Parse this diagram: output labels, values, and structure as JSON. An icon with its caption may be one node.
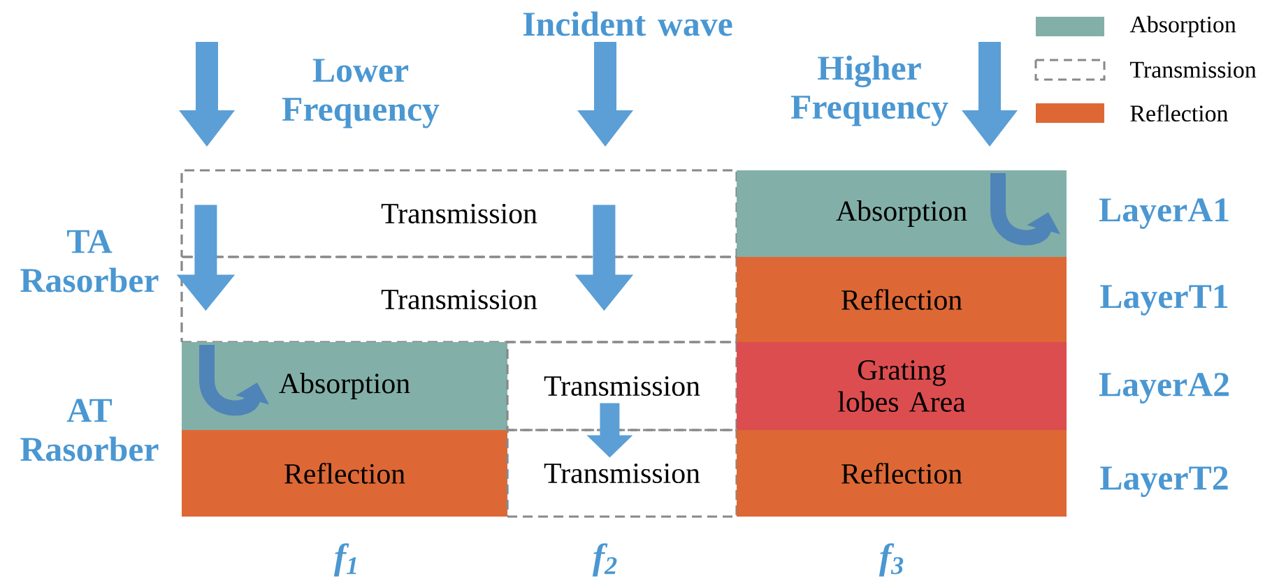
{
  "diagram": {
    "nodes": [
      {
        "text": [
          "Transmission"
        ]
      },
      {
        "text": [
          "Absorption"
        ]
      },
      {
        "text": [
          "Transmission"
        ]
      },
      {
        "text": [
          "Reflection"
        ]
      },
      {
        "text": [
          "Absorption"
        ]
      },
      {
        "text": [
          "Transmission"
        ]
      },
      {
        "text": [
          "Grating lobes Area"
        ]
      },
      {
        "text": [
          "Reflection"
        ]
      },
      {
        "text": [
          "Transmission"
        ]
      },
      {
        "text": [
          "Reflection"
        ]
      }
    ],
    "edges": [
      {
        "from": 0,
        "to": 2,
        "arrow": "to"
      },
      {
        "from": 0,
        "to": 2,
        "arrow": "to"
      },
      {
        "from": 5,
        "to": 8,
        "arrow": "to"
      }
    ],
    "labels": [
      "Incident wave",
      "Lower Frequency",
      "Higher Frequency",
      "LayerA1",
      "TA Rasorber",
      "LayerT1",
      "LayerA2",
      "AT Rasorber",
      "LayerT2",
      "f$_{1}$",
      "f$_{2}$",
      "f$_{3}$"
    ],
    "legend": [
      {
        "text": "Absorption",
        "color": "#82b0a8"
      },
      {
        "text": "Transmission"
      },
      {
        "text": "Reflection",
        "color": "#dd6836"
      }
    ]
  }
}
